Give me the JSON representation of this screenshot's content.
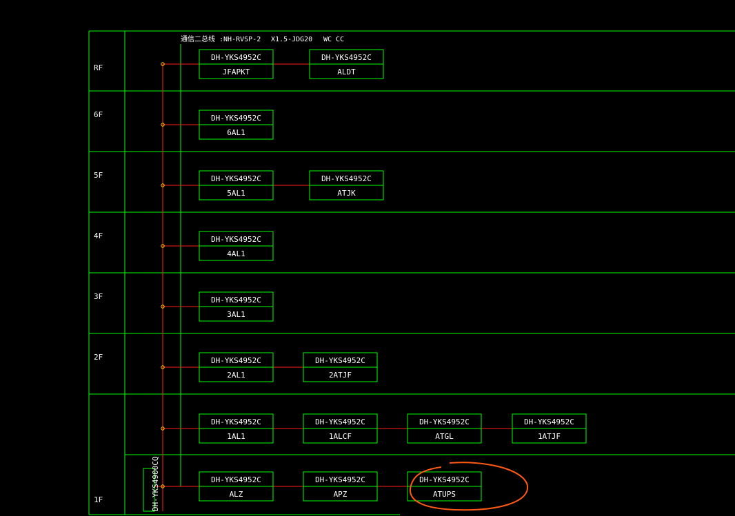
{
  "header": {
    "line_desc": "通信二总线 :NH-RVSP-2",
    "spec": "X1.5-JDG20",
    "laying": "WC CC"
  },
  "controller": "DH-YKS4900CQ",
  "floors": [
    {
      "label": "RF",
      "rows": [
        [
          {
            "model": "DH-YKS4952C",
            "name": "JFAPKT"
          },
          {
            "model": "DH-YKS4952C",
            "name": "ALDT"
          }
        ]
      ]
    },
    {
      "label": "6F",
      "rows": [
        [
          {
            "model": "DH-YKS4952C",
            "name": "6AL1"
          }
        ]
      ]
    },
    {
      "label": "5F",
      "rows": [
        [
          {
            "model": "DH-YKS4952C",
            "name": "5AL1"
          },
          {
            "model": "DH-YKS4952C",
            "name": "ATJK"
          }
        ]
      ]
    },
    {
      "label": "4F",
      "rows": [
        [
          {
            "model": "DH-YKS4952C",
            "name": "4AL1"
          }
        ]
      ]
    },
    {
      "label": "3F",
      "rows": [
        [
          {
            "model": "DH-YKS4952C",
            "name": "3AL1"
          }
        ]
      ]
    },
    {
      "label": "2F",
      "rows": [
        [
          {
            "model": "DH-YKS4952C",
            "name": "2AL1"
          },
          {
            "model": "DH-YKS4952C",
            "name": "2ATJF"
          }
        ]
      ]
    },
    {
      "label": "1F",
      "rows": [
        [
          {
            "model": "DH-YKS4952C",
            "name": "1AL1"
          },
          {
            "model": "DH-YKS4952C",
            "name": "1ALCF"
          },
          {
            "model": "DH-YKS4952C",
            "name": "ATGL"
          },
          {
            "model": "DH-YKS4952C",
            "name": "1ATJF"
          }
        ],
        [
          {
            "model": "DH-YKS4952C",
            "name": "ALZ"
          },
          {
            "model": "DH-YKS4952C",
            "name": "APZ"
          },
          {
            "model": "DH-YKS4952C",
            "name": "ATUPS"
          }
        ]
      ]
    }
  ],
  "highlight": {
    "module": "ATUPS"
  },
  "colors": {
    "grid": "#00ff00",
    "wire": "#ff2020",
    "node": "#ffd700",
    "text": "#ffffff",
    "annotation": "#ff5a14",
    "background": "#000000"
  }
}
